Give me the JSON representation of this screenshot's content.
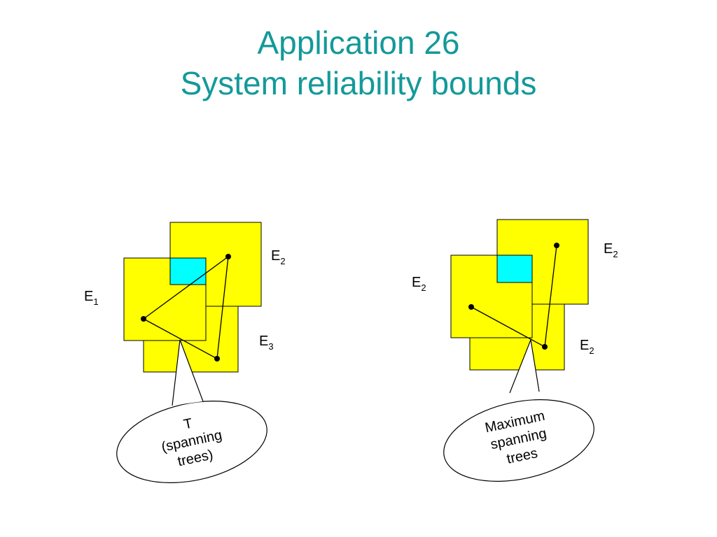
{
  "title": {
    "line1": "Application 26",
    "line2": "System reliability bounds"
  },
  "left_diagram": {
    "label_e1": {
      "base": "E",
      "sub": "1"
    },
    "label_e2": {
      "base": "E",
      "sub": "2"
    },
    "label_e3": {
      "base": "E",
      "sub": "3"
    },
    "callout": {
      "line1": "T",
      "line2": "(spanning",
      "line3": "trees)"
    }
  },
  "right_diagram": {
    "label_a": {
      "base": "E",
      "sub": "2"
    },
    "label_b": {
      "base": "E",
      "sub": "2"
    },
    "label_c": {
      "base": "E",
      "sub": "2"
    },
    "callout": {
      "line1": "Maximum",
      "line2": "spanning",
      "line3": "trees"
    }
  },
  "colors": {
    "title": "#14999a",
    "region_fill": "#ffff00",
    "overlap_fill": "#00ffff",
    "stroke": "#000000"
  }
}
